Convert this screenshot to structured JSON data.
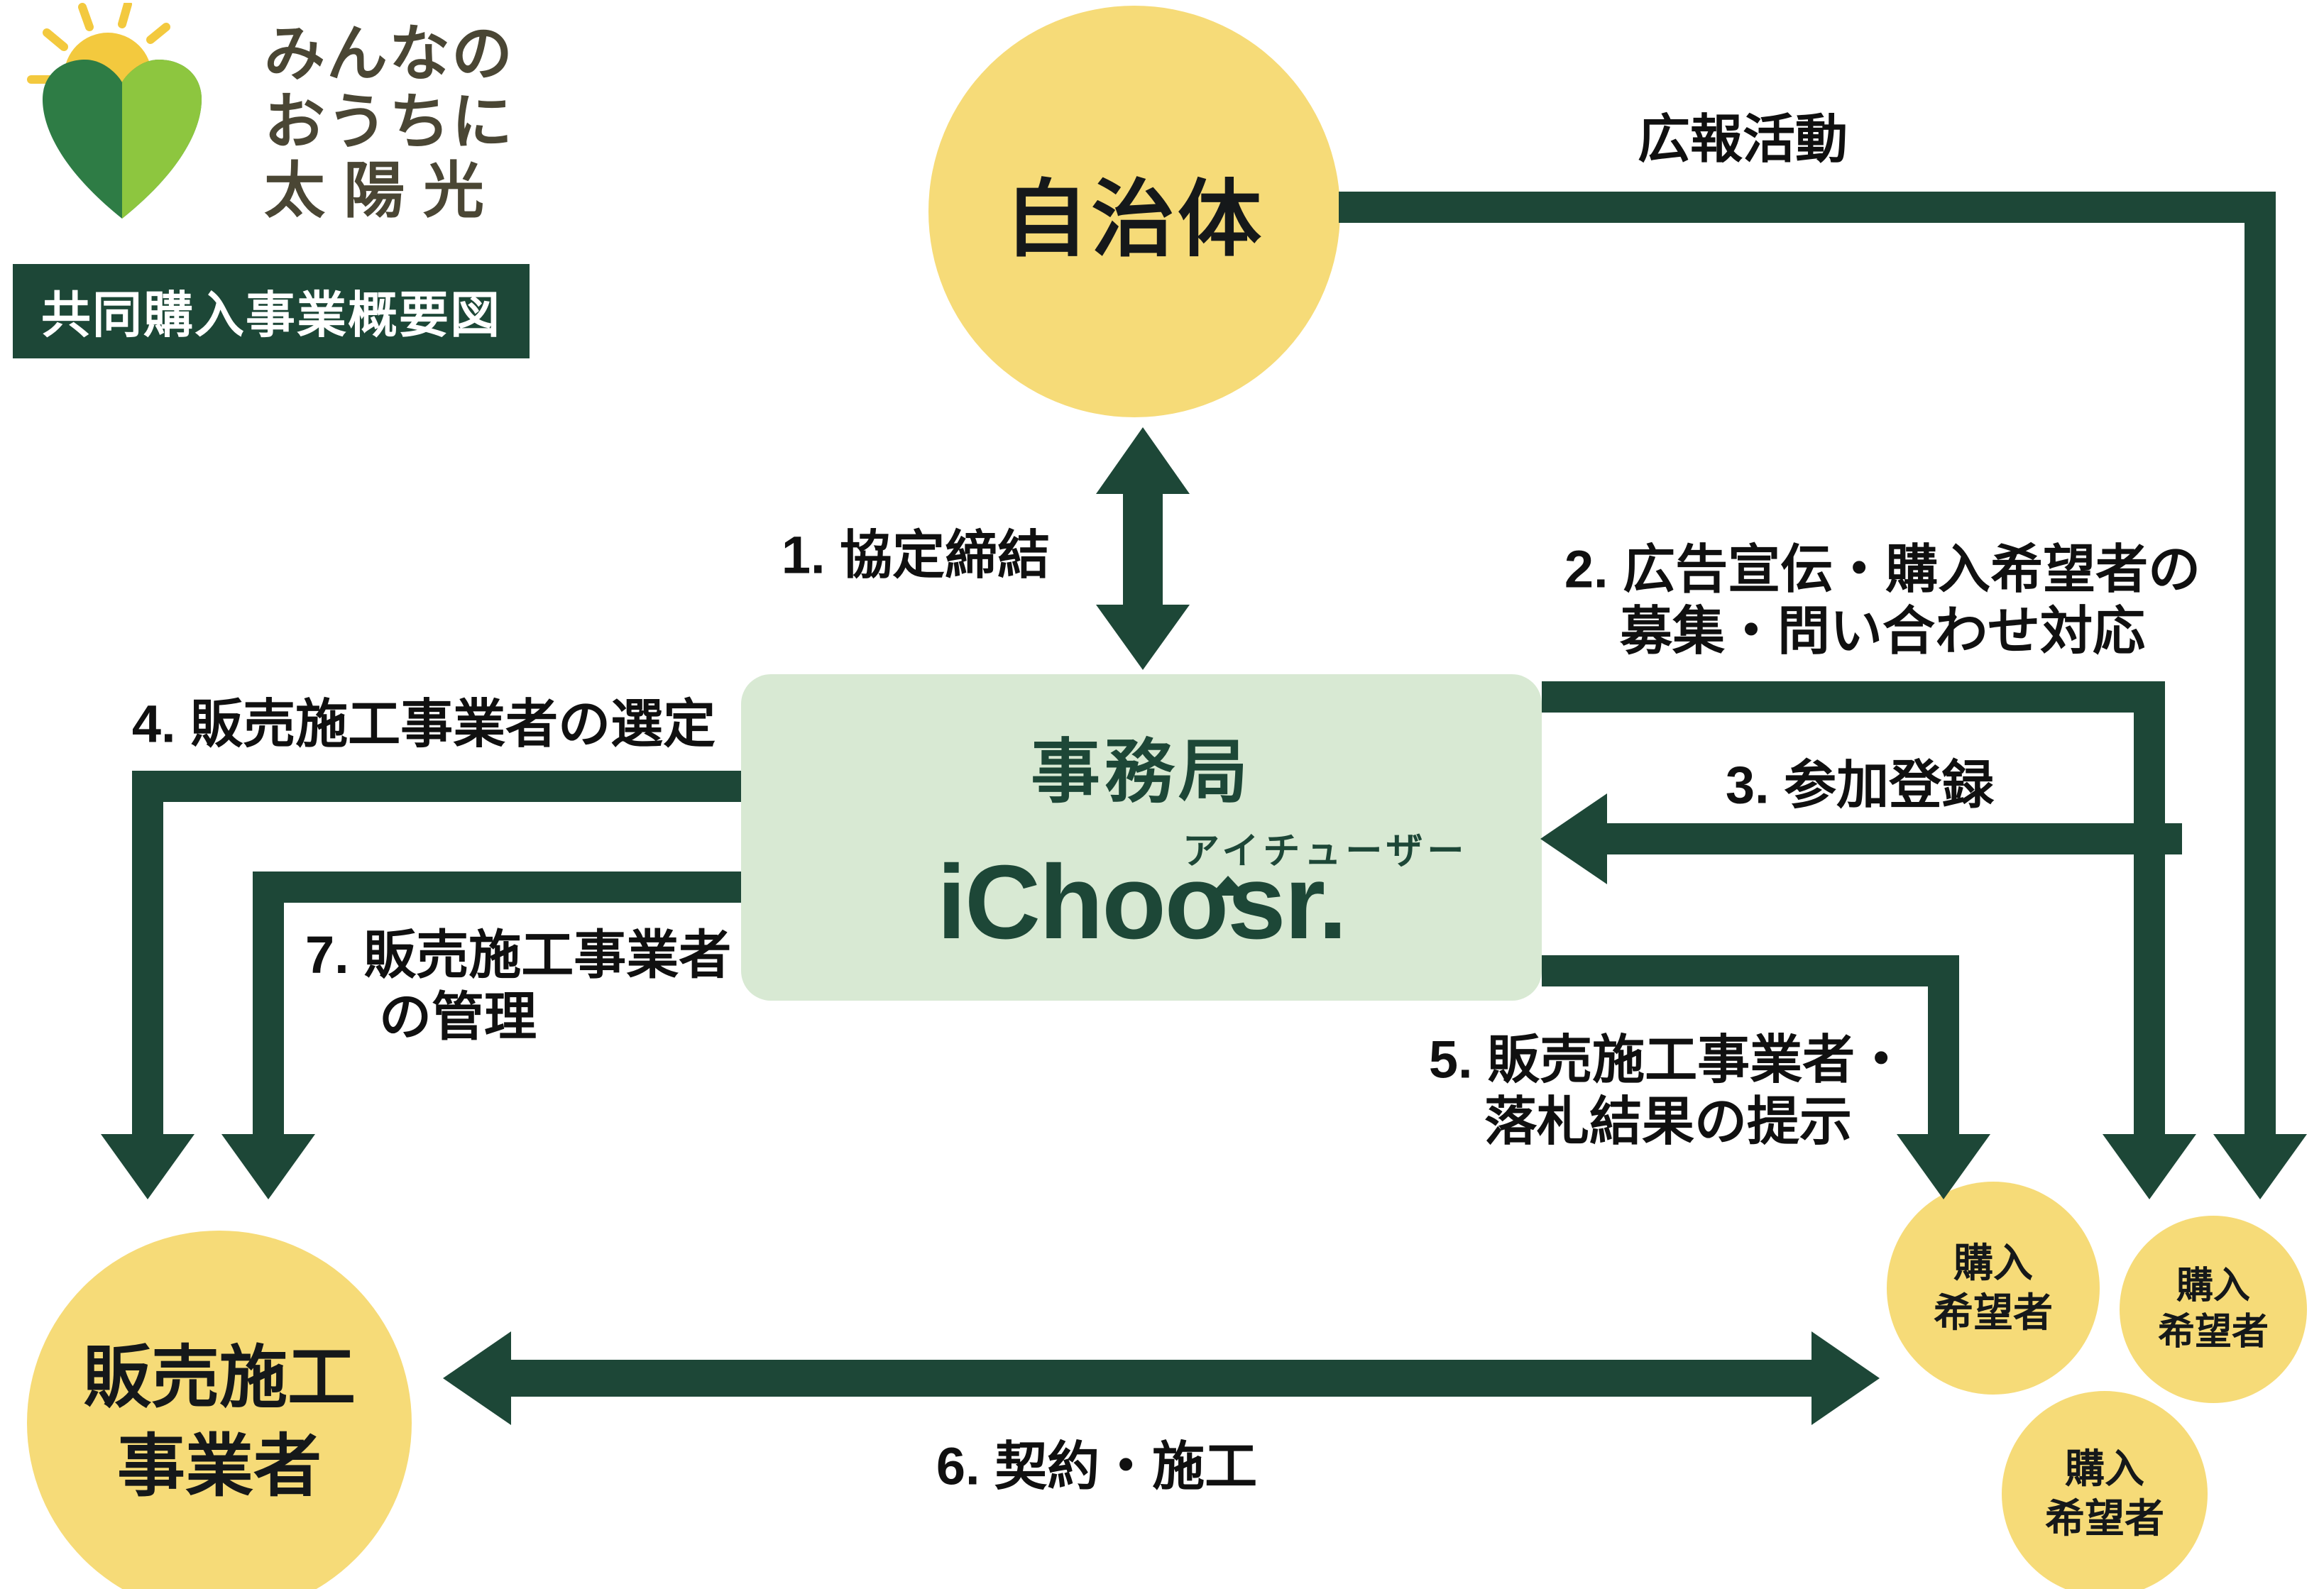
{
  "colors": {
    "dark_green": "#1d4737",
    "light_green": "#d8e9d3",
    "yellow": "#f6db78",
    "sun": "#f3c93e",
    "heart_dark": "#2e7c45",
    "heart_light": "#8dc63f"
  },
  "logo": {
    "line1": "みんなの",
    "line2": "おうちに",
    "line3": "太陽光"
  },
  "badge": {
    "title": "共同購入事業概要図"
  },
  "nodes": {
    "municipality": {
      "label": "自治体"
    },
    "office": {
      "title": "事務局",
      "brand_furigana": "アイチューザー",
      "brand": "iChoosr."
    },
    "vendor": {
      "line1": "販売施工",
      "line2": "事業者"
    },
    "buyer": {
      "line1": "購入",
      "line2": "希望者"
    }
  },
  "flows": {
    "pr": {
      "label": "広報活動"
    },
    "step1": {
      "label": "1. 協定締結"
    },
    "step2": {
      "line1": "2. 広告宣伝・購入希望者の",
      "line2": "募集・問い合わせ対応"
    },
    "step3": {
      "label": "3. 参加登録"
    },
    "step4": {
      "label": "4. 販売施工事業者の選定"
    },
    "step5": {
      "line1": "5. 販売施工事業者・",
      "line2": "落札結果の提示"
    },
    "step6": {
      "label": "6. 契約・施工"
    },
    "step7": {
      "line1": "7. 販売施工事業者",
      "line2": "の管理"
    }
  }
}
